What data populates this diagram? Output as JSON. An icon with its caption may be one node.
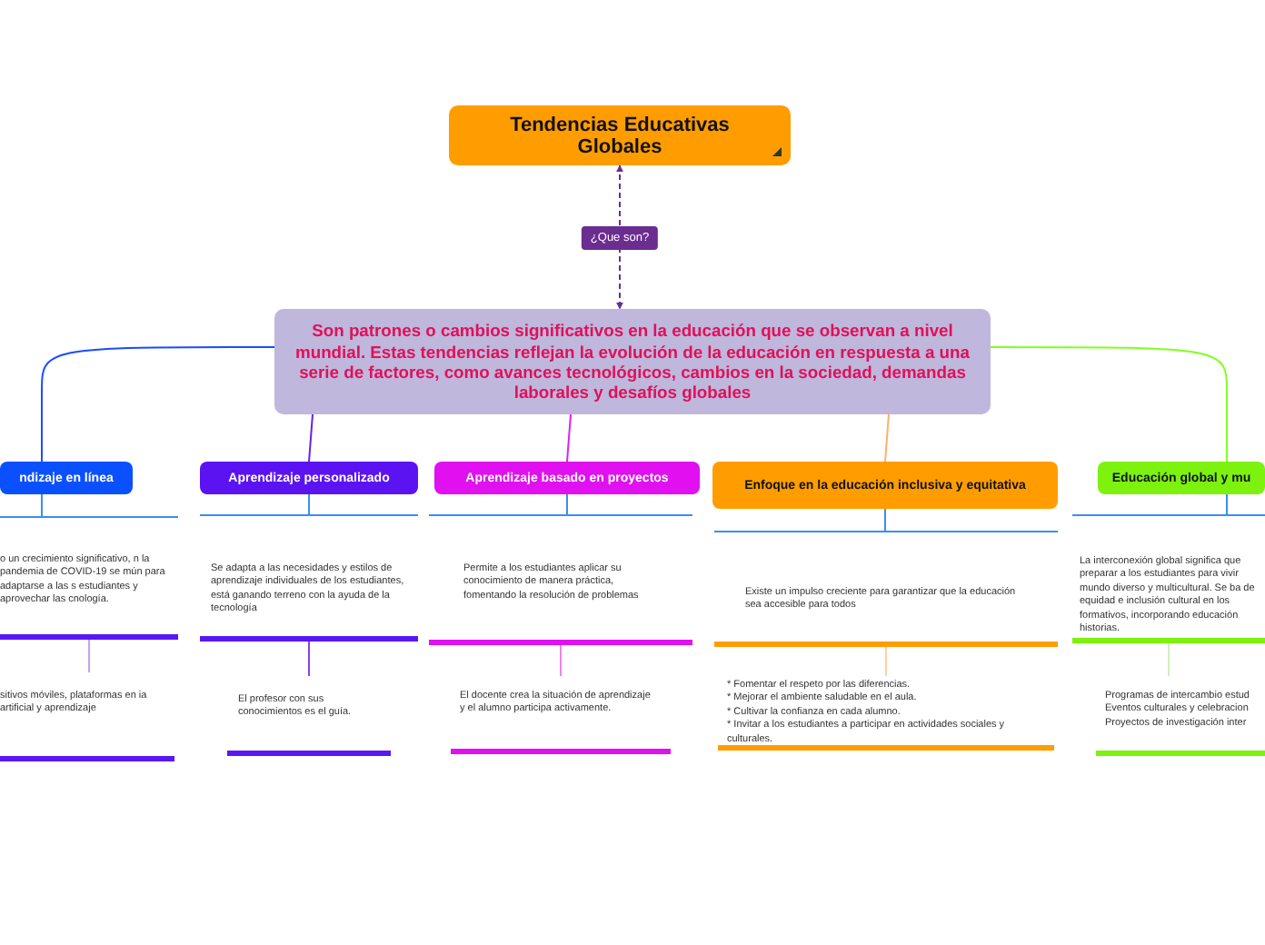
{
  "diagram": {
    "nodes": [
      {
        "text": [
          "Tendencias Educativas Globales"
        ]
      },
      {
        "text": [
          "Son patrones o cambios significativos en la educación que se observan a nivel mundial. Estas tendencias reflejan la evolución de la educación en respuesta a una serie de factores, como avances tecnológicos, cambios en la sociedad, demandas laborales y desafíos globales"
        ]
      },
      {
        "text": [
          "ndizaje en  línea"
        ]
      },
      {
        "text": [
          "o un crecimiento significativo, n la pandemia de COVID-19 se mún para adaptarse a las s estudiantes y aprovechar las cnología."
        ]
      },
      {
        "text": [
          "sitivos móviles, plataformas en ia artificial y aprendizaje"
        ]
      },
      {
        "text": [
          "Aprendizaje personalizado"
        ]
      },
      {
        "text": [
          "Se adapta a las necesidades y estilos de aprendizaje individuales de los estudiantes, está ganando terreno con la ayuda de la tecnología"
        ]
      },
      {
        "text": [
          "El profesor con sus conocimientos es el guía."
        ]
      },
      {
        "text": [
          "Aprendizaje basado en proyectos"
        ]
      },
      {
        "text": [
          "Permite a los estudiantes aplicar su conocimiento de manera práctica, fomentando la resolución de problemas"
        ]
      },
      {
        "text": [
          "El docente crea la situación de aprendizaje y el alumno participa activamente."
        ]
      },
      {
        "text": [
          "Enfoque en la educación inclusiva y equitativa"
        ]
      },
      {
        "text": [
          "Existe un impulso creciente para garantizar que la educación sea accesible para todos"
        ]
      },
      {
        "text": [
          "* Fomentar el respeto por las diferencias.",
          "* Mejorar el ambiente saludable en el aula.",
          "* Cultivar la confianza en cada alumno.",
          "* Invitar a los estudiantes a participar en actividades sociales y culturales."
        ]
      },
      {
        "text": [
          "Educación global y mu"
        ]
      },
      {
        "text": [
          "La interconexión global significa que preparar a los estudiantes para vivir mundo diverso y multicultural. Se ba de equidad e inclusión cultural en los formativos, incorporando educación historias."
        ]
      },
      {
        "text": [
          "Programas de intercambio estud",
          "Eventos culturales y celebracion",
          "Proyectos de investigación inter"
        ]
      }
    ],
    "edges": [
      {
        "from": 0,
        "to": 1,
        "arrow": "both",
        "label": "¿Que son?",
        "style": "dashed",
        "color": "#6b2d90"
      },
      {
        "from": 1,
        "to": 2,
        "arrow": "none",
        "color": "#1a4cff"
      },
      {
        "from": 1,
        "to": 5,
        "arrow": "none",
        "color": "#6a1cf5"
      },
      {
        "from": 1,
        "to": 8,
        "arrow": "none",
        "color": "#e020f0"
      },
      {
        "from": 1,
        "to": 11,
        "arrow": "none",
        "color": "#ffb060"
      },
      {
        "from": 1,
        "to": 14,
        "arrow": "none",
        "color": "#80ff20"
      },
      {
        "from": 2,
        "to": 3,
        "arrow": "none",
        "color": "#3b8ef0"
      },
      {
        "from": 3,
        "to": 4,
        "arrow": "none",
        "color": "#c9a0f0"
      },
      {
        "from": 5,
        "to": 6,
        "arrow": "none",
        "color": "#3b8ef0"
      },
      {
        "from": 6,
        "to": 7,
        "arrow": "none",
        "color": "#8a40f0"
      },
      {
        "from": 8,
        "to": 9,
        "arrow": "none",
        "color": "#3b8ef0"
      },
      {
        "from": 9,
        "to": 10,
        "arrow": "none",
        "color": "#f080f0"
      },
      {
        "from": 11,
        "to": 12,
        "arrow": "none",
        "color": "#3b8ef0"
      },
      {
        "from": 12,
        "to": 13,
        "arrow": "none",
        "color": "#ffd0a0"
      },
      {
        "from": 14,
        "to": 15,
        "arrow": "none",
        "color": "#3b8ef0"
      },
      {
        "from": 15,
        "to": 16,
        "arrow": "none",
        "color": "#d0f0c0"
      }
    ]
  }
}
